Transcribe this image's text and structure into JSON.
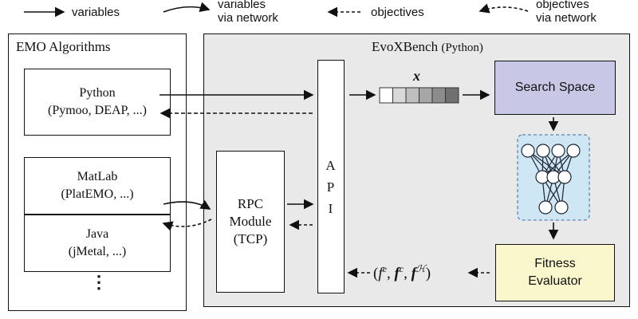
{
  "legend": {
    "variables": "variables",
    "variables_network_1": "variables",
    "variables_network_2": "via network",
    "objectives": "objectives",
    "objectives_network_1": "objectives",
    "objectives_network_2": "via network"
  },
  "left_panel": {
    "title": "EMO Algorithms",
    "python_name": "Python",
    "python_libs": "(Pymoo, DEAP, ...)",
    "matlab_name": "MatLab",
    "matlab_libs": "(PlatEMO, ...)",
    "java_name": "Java",
    "java_libs": "(jMetal, ...)",
    "more": "⋮"
  },
  "right_panel": {
    "title": "EvoXBench",
    "title_suffix": "(Python)",
    "api_letters": [
      "A",
      "P",
      "I"
    ],
    "rpc_line1": "RPC",
    "rpc_line2": "Module",
    "rpc_line3": "(TCP)",
    "x_label": "x",
    "search_space": "Search Space",
    "fitness_line1": "Fitness",
    "fitness_line2": "Evaluator",
    "objectives_formula": "f^e, f^c, f^H"
  },
  "colors": {
    "panel_bg": "#e9e9e9",
    "search_space_fill": "#c9c7e6",
    "fitness_fill": "#fbf7cc",
    "network_bg": "#cfe7f5",
    "network_border": "#5b84b1",
    "vector_shades": [
      "#ffffff",
      "#d9d9d9",
      "#bfbfbf",
      "#a6a6a6",
      "#8c8c8c",
      "#707070"
    ]
  }
}
